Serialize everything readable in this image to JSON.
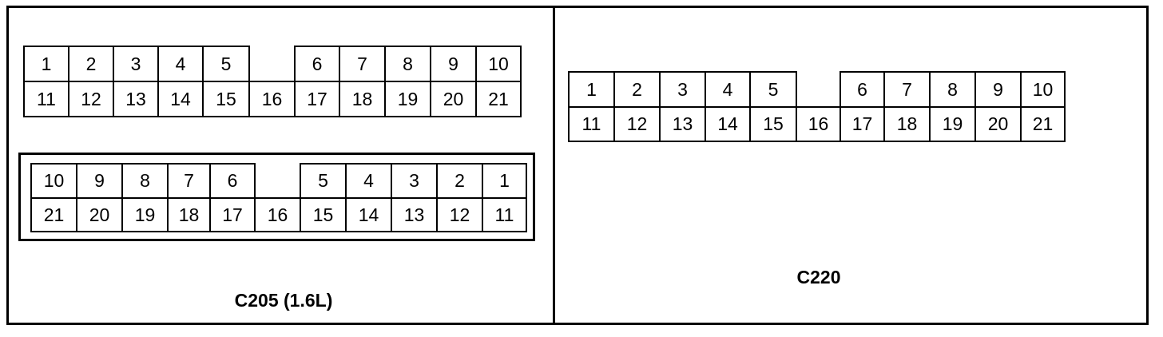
{
  "diagram": {
    "connectors": [
      {
        "id": "c205-top",
        "rows": [
          [
            "1",
            "2",
            "3",
            "4",
            "5",
            "",
            "6",
            "7",
            "8",
            "9",
            "10"
          ],
          [
            "11",
            "12",
            "13",
            "14",
            "15",
            "16",
            "17",
            "18",
            "19",
            "20",
            "21"
          ]
        ]
      },
      {
        "id": "c205-bottom",
        "rows": [
          [
            "10",
            "9",
            "8",
            "7",
            "6",
            "",
            "5",
            "4",
            "3",
            "2",
            "1"
          ],
          [
            "21",
            "20",
            "19",
            "18",
            "17",
            "16",
            "15",
            "14",
            "13",
            "12",
            "11"
          ]
        ]
      },
      {
        "id": "c220",
        "rows": [
          [
            "1",
            "2",
            "3",
            "4",
            "5",
            "",
            "6",
            "7",
            "8",
            "9",
            "10"
          ],
          [
            "11",
            "12",
            "13",
            "14",
            "15",
            "16",
            "17",
            "18",
            "19",
            "20",
            "21"
          ]
        ]
      }
    ],
    "labels": {
      "left": "C205 (1.6L)",
      "right": "C220"
    }
  }
}
